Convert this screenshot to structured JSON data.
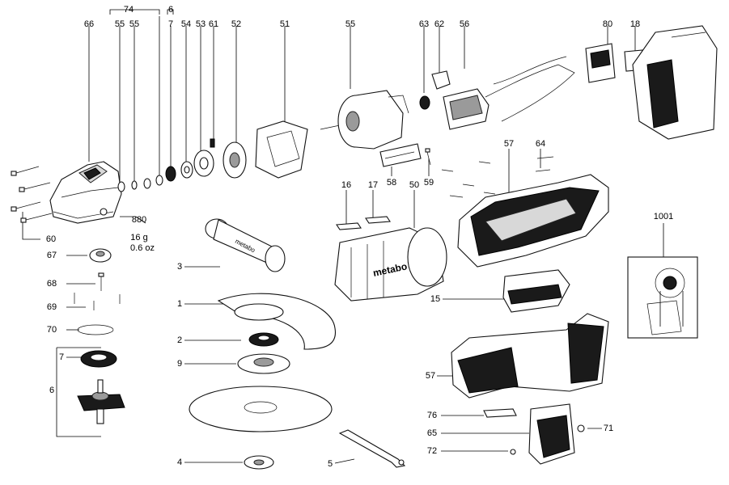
{
  "labels": {
    "l66": "66",
    "l55a": "55",
    "l55b": "55",
    "l74": "74",
    "l6top": "6",
    "l7top": "7",
    "l54": "54",
    "l53": "53",
    "l61": "61",
    "l52": "52",
    "l51": "51",
    "l55c": "55",
    "l63": "63",
    "l62": "62",
    "l56": "56",
    "l80": "80",
    "l18": "18",
    "l60": "60",
    "l880": "880",
    "l16g": "16 g",
    "l06oz": "0.6 oz",
    "l67": "67",
    "l3": "3",
    "l68": "68",
    "l69": "69",
    "l70": "70",
    "l1": "1",
    "l2": "2",
    "l9": "9",
    "l7": "7",
    "l6": "6",
    "l4": "4",
    "l5": "5",
    "l16": "16",
    "l17": "17",
    "l50": "50",
    "l58": "58",
    "l59": "59",
    "l57a": "57",
    "l64": "64",
    "l15": "15",
    "l1001": "1001",
    "l57b": "57",
    "l76": "76",
    "l65": "65",
    "l72": "72",
    "l71": "71"
  },
  "branding": {
    "housing_text": "metabo",
    "handle_text": "metabo"
  }
}
